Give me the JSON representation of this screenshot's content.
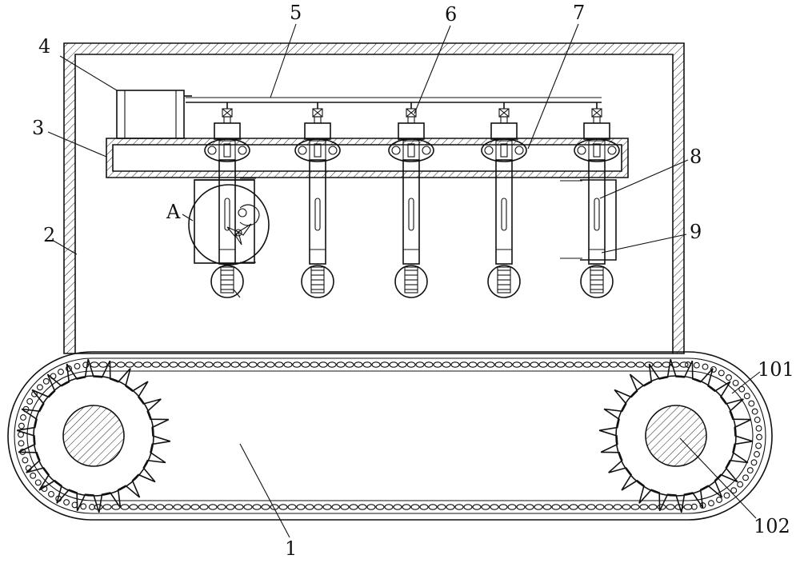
{
  "figure": {
    "callouts": {
      "conveyor": "1",
      "housing": "2",
      "beam": "3",
      "motor": "4",
      "shaft": "5",
      "coupling": "6",
      "bracket": "7",
      "plate_upper": "8",
      "plate_lower": "9",
      "detail": "A",
      "chain": "101",
      "wheel_hub": "102"
    }
  }
}
